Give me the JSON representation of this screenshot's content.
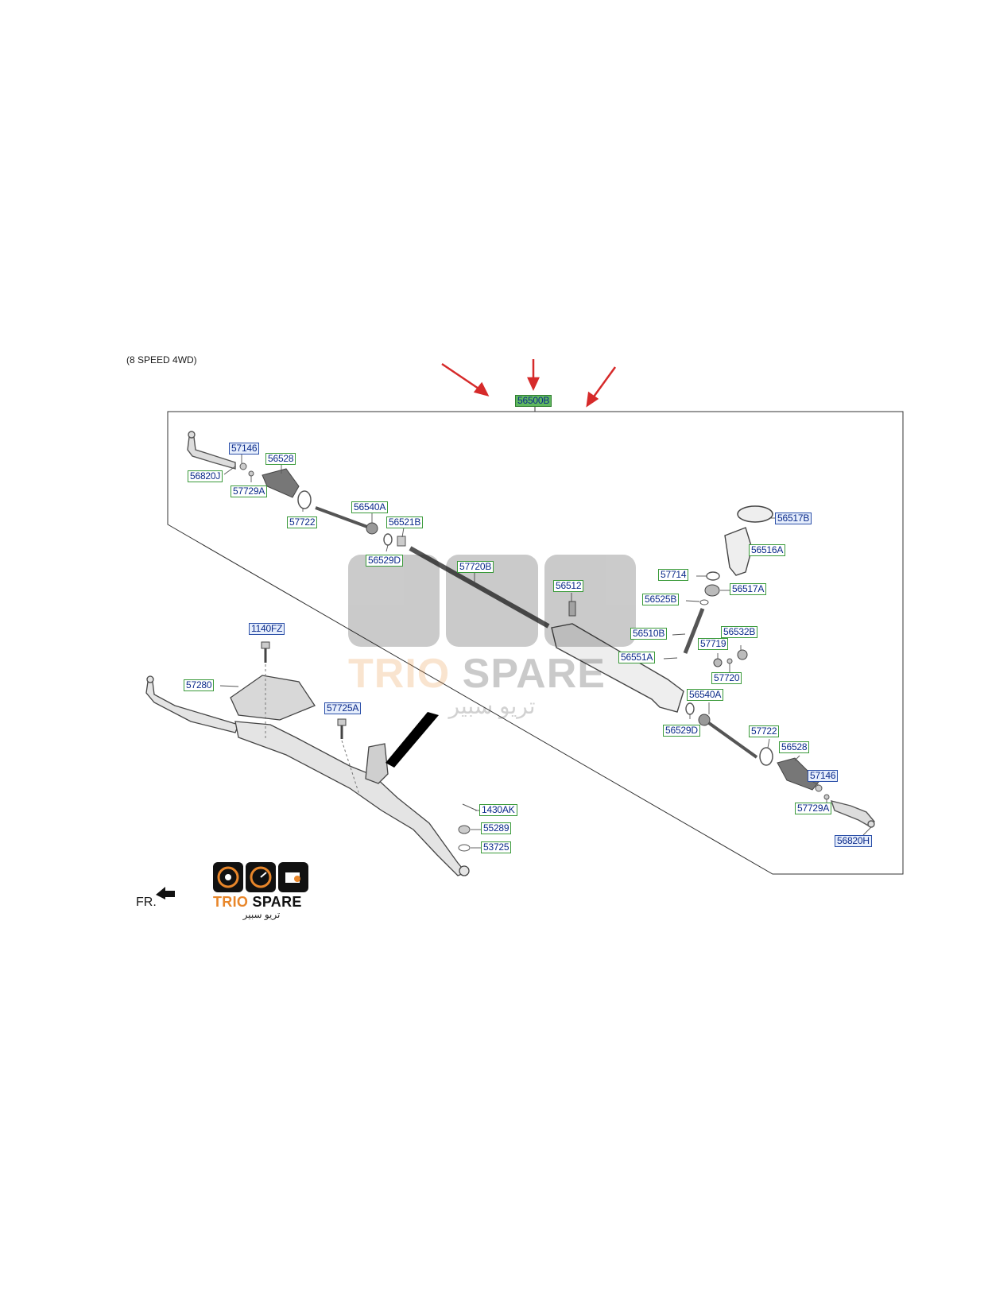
{
  "caption": "(8 SPEED 4WD)",
  "fr_label": "FR.",
  "assembly_label": "56500B",
  "labels": {
    "l57146a": "57146",
    "l56528a": "56528",
    "l56820j": "56820J",
    "l57729aa": "57729A",
    "l57722a": "57722",
    "l56540a1": "56540A",
    "l56521b": "56521B",
    "l56529d1": "56529D",
    "l57720b": "57720B",
    "l56512": "56512",
    "l56517b": "56517B",
    "l56516a": "56516A",
    "l57714": "57714",
    "l56517a": "56517A",
    "l56525b": "56525B",
    "l56510b": "56510B",
    "l56532b": "56532B",
    "l57719": "57719",
    "l56551a": "56551A",
    "l57720": "57720",
    "l56540a2": "56540A",
    "l56529d2": "56529D",
    "l57722b": "57722",
    "l56528b": "56528",
    "l57146b": "57146",
    "l57729ab": "57729A",
    "l56820h": "56820H",
    "l1140fz": "1140FZ",
    "l57280": "57280",
    "l57725a": "57725A",
    "l1430ak": "1430AK",
    "l55289": "55289",
    "l53725": "53725"
  },
  "logo": {
    "brand_a": "TRIO",
    "brand_b": "SPARE",
    "arabic": "تريو سبير"
  },
  "watermark": {
    "brand_a": "TRIO",
    "brand_b": "SPARE",
    "arabic": "تريو سبير"
  },
  "colors": {
    "label_border": "#3a9a3a",
    "label_text": "#0b2a8a",
    "main_label_fill": "#5fb75f",
    "arrow": "#d62a2a",
    "brand_orange": "#e8862a"
  }
}
